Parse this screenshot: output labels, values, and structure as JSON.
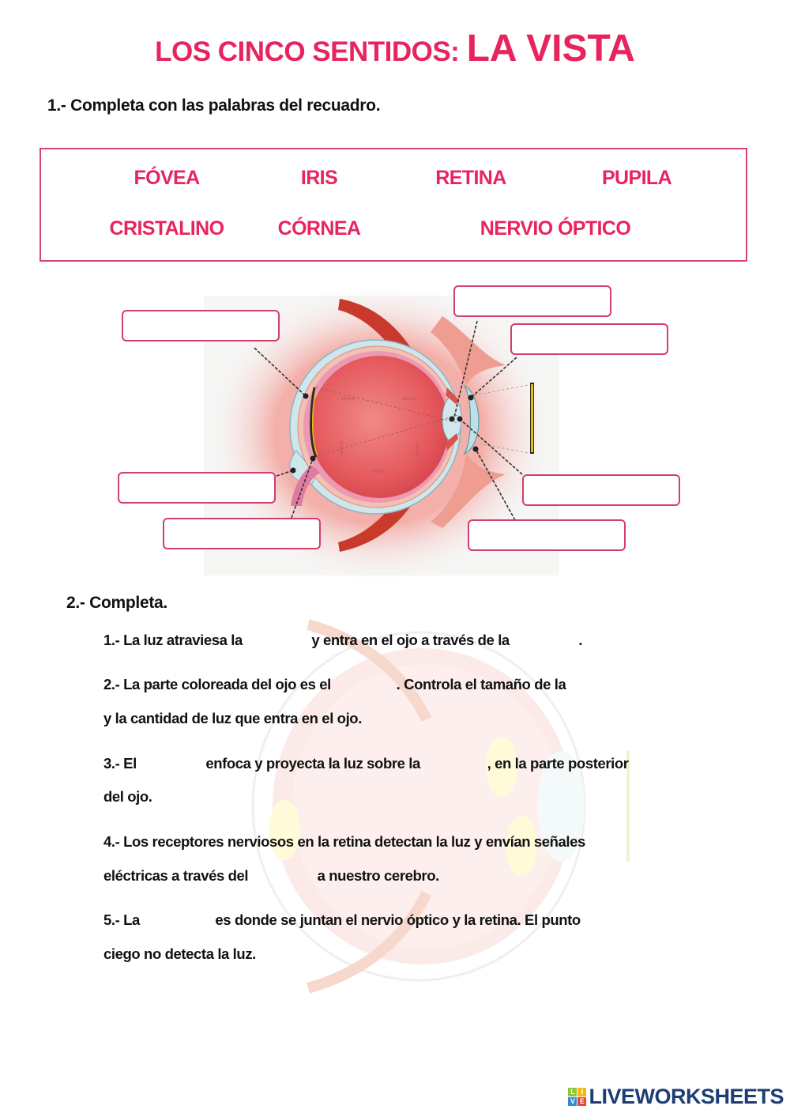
{
  "title": {
    "prefix": "LOS CINCO SENTIDOS: ",
    "main": "LA VISTA"
  },
  "section1": {
    "heading": "1.- Completa con las palabras del recuadro.",
    "word_bank": [
      {
        "label": "FÓVEA"
      },
      {
        "label": "IRIS"
      },
      {
        "label": "RETINA"
      },
      {
        "label": "PUPILA"
      },
      {
        "label": "CRISTALINO"
      },
      {
        "label": "CÓRNEA"
      },
      {
        "label": "NERVIO ÓPTICO"
      }
    ],
    "diagram": {
      "image": "eye-cross-section-diagram",
      "label_boxes": [
        {
          "value": "",
          "position": "top-left"
        },
        {
          "value": "",
          "position": "top-right-upper"
        },
        {
          "value": "",
          "position": "top-right-lower"
        },
        {
          "value": "",
          "position": "bottom-left-upper"
        },
        {
          "value": "",
          "position": "bottom-left-lower"
        },
        {
          "value": "",
          "position": "bottom-right-upper"
        },
        {
          "value": "",
          "position": "bottom-right-lower"
        }
      ]
    }
  },
  "section2": {
    "heading": "2.- Completa.",
    "items": [
      {
        "parts": [
          "1.- La luz atraviesa la",
          "y entra en el ojo a través de la",
          "."
        ]
      },
      {
        "parts": [
          "2.- La parte coloreada del ojo es el",
          ". Controla el tamaño de la"
        ],
        "line2": "y la cantidad de luz que entra en el ojo."
      },
      {
        "parts": [
          "3.- El",
          "enfoca y proyecta la luz sobre la",
          ", en la parte posterior"
        ],
        "line2": "del ojo."
      },
      {
        "line1": "4.- Los receptores nerviosos en la retina detectan la luz y envían señales",
        "parts2": [
          "eléctricas a través del",
          "a nuestro cerebro."
        ]
      },
      {
        "parts": [
          "5.- La",
          "es donde se juntan el nervio óptico y la retina. El punto"
        ],
        "line2": "ciego no detecta la luz."
      }
    ]
  },
  "footer": {
    "logo_letters": [
      "L",
      "I",
      "V",
      "E"
    ],
    "logo_text": "LIVEWORKSHEETS"
  },
  "colors": {
    "accent": "#e8245e",
    "box_border": "#d23e6e",
    "logo": "#1d3d74"
  }
}
